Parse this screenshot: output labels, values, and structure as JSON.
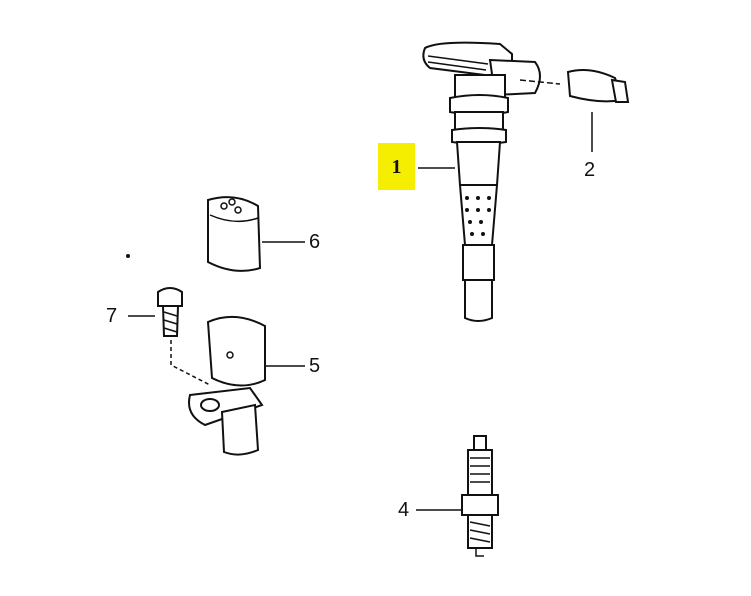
{
  "highlight_color": "#f6ee00",
  "callouts": [
    {
      "id": "1",
      "label": "1",
      "highlighted": true
    },
    {
      "id": "2",
      "label": "2"
    },
    {
      "id": "4",
      "label": "4"
    },
    {
      "id": "5",
      "label": "5"
    },
    {
      "id": "6",
      "label": "6"
    },
    {
      "id": "7",
      "label": "7"
    }
  ]
}
